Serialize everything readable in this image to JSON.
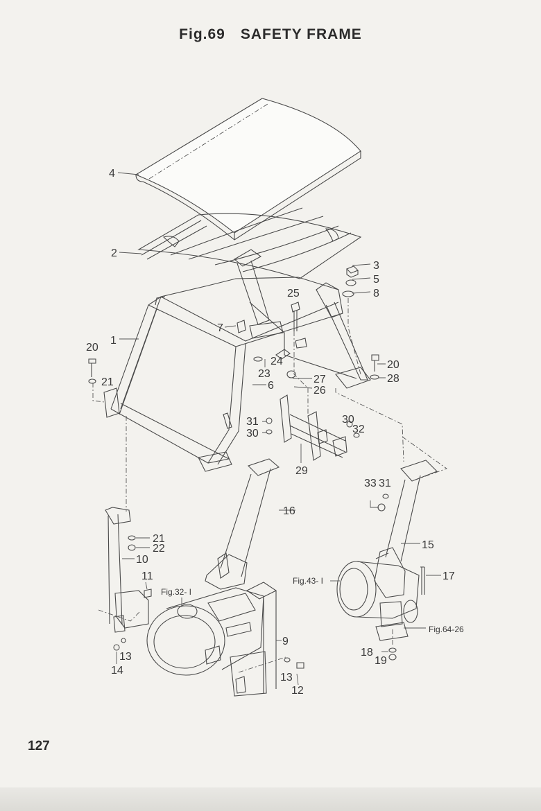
{
  "title": {
    "fig": "Fig.69",
    "name": "SAFETY FRAME"
  },
  "page_number": "127",
  "labels": {
    "p1": "1",
    "p2": "2",
    "p3": "3",
    "p4": "4",
    "p5": "5",
    "p6": "6",
    "p7": "7",
    "p8": "8",
    "p9": "9",
    "p10": "10",
    "p11": "11",
    "p12": "12",
    "p13a": "13",
    "p13b": "13",
    "p14": "14",
    "p15": "15",
    "p16": "16",
    "p17": "17",
    "p18": "18",
    "p19": "19",
    "p20a": "20",
    "p20b": "20",
    "p21a": "21",
    "p21b": "21",
    "p22": "22",
    "p23": "23",
    "p24": "24",
    "p25": "25",
    "p26": "26",
    "p27": "27",
    "p28": "28",
    "p29": "29",
    "p30a": "30",
    "p30b": "30",
    "p31a": "31",
    "p31b": "31",
    "p32": "32",
    "p33": "33"
  },
  "refs": {
    "fig32": "Fig.32- I",
    "fig43": "Fig.43- I",
    "fig64": "Fig.64-26"
  }
}
